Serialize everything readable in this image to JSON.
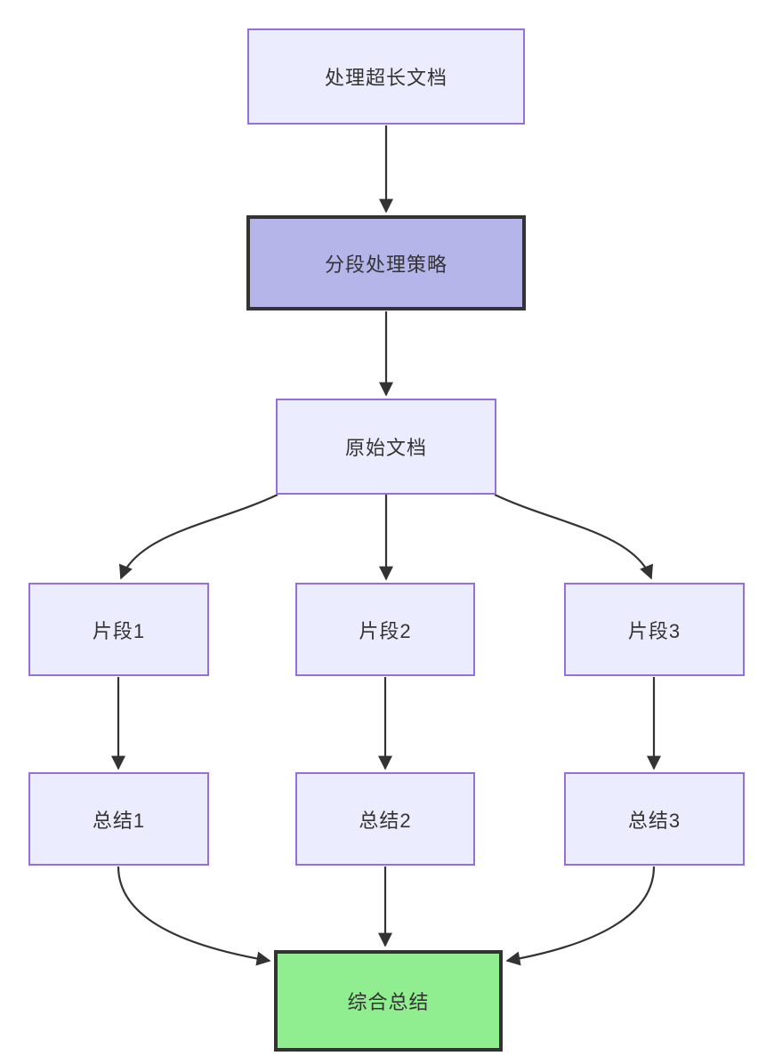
{
  "diagram": {
    "type": "flowchart",
    "direction": "top-down",
    "background": "#FFFFFF",
    "nodes": [
      {
        "id": "A",
        "label": "处理超长文档",
        "style": "default"
      },
      {
        "id": "B",
        "label": "分段处理策略",
        "style": "emphasis"
      },
      {
        "id": "C",
        "label": "原始文档",
        "style": "default"
      },
      {
        "id": "D1",
        "label": "片段1",
        "style": "default"
      },
      {
        "id": "D2",
        "label": "片段2",
        "style": "default"
      },
      {
        "id": "D3",
        "label": "片段3",
        "style": "default"
      },
      {
        "id": "E1",
        "label": "总结1",
        "style": "default"
      },
      {
        "id": "E2",
        "label": "总结2",
        "style": "default"
      },
      {
        "id": "E3",
        "label": "总结3",
        "style": "default"
      },
      {
        "id": "F",
        "label": "综合总结",
        "style": "success"
      }
    ],
    "edges": [
      {
        "from": "A",
        "to": "B"
      },
      {
        "from": "B",
        "to": "C"
      },
      {
        "from": "C",
        "to": "D1"
      },
      {
        "from": "C",
        "to": "D2"
      },
      {
        "from": "C",
        "to": "D3"
      },
      {
        "from": "D1",
        "to": "E1"
      },
      {
        "from": "D2",
        "to": "E2"
      },
      {
        "from": "D3",
        "to": "E3"
      },
      {
        "from": "E1",
        "to": "F"
      },
      {
        "from": "E2",
        "to": "F"
      },
      {
        "from": "E3",
        "to": "F"
      }
    ],
    "colors": {
      "node_fill": "#ECECFF",
      "node_border": "#9370DB",
      "emphasis_fill": "#B5B5E9",
      "emphasis_border": "#333333",
      "success_fill": "#90EE90",
      "success_border": "#333333",
      "edge": "#333333",
      "text": "#333333",
      "background": "#FFFFFF"
    }
  }
}
